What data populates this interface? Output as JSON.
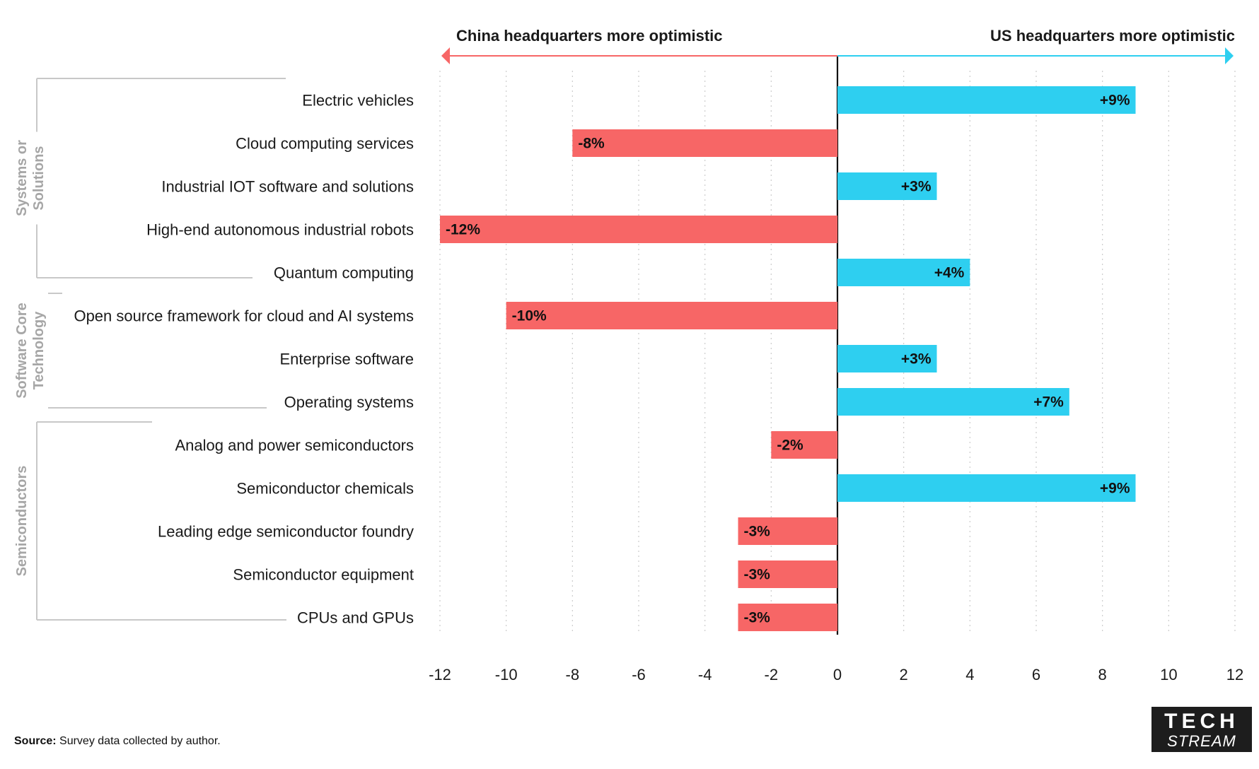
{
  "chart_data": {
    "type": "bar",
    "orientation": "horizontal",
    "categories": [
      "Electric vehicles",
      "Cloud computing services",
      "Industrial IOT software and solutions",
      "High-end autonomous industrial robots",
      "Quantum computing",
      "Open source framework for cloud and AI systems",
      "Enterprise software",
      "Operating systems",
      "Analog and power semiconductors",
      "Semiconductor chemicals",
      "Leading edge semiconductor foundry",
      "Semiconductor equipment",
      "CPUs and GPUs"
    ],
    "values": [
      9,
      -8,
      3,
      -12,
      4,
      -10,
      3,
      7,
      -2,
      9,
      -3,
      -3,
      -3
    ],
    "data_labels": [
      "+9%",
      "-8%",
      "+3%",
      "-12%",
      "+4%",
      "-10%",
      "+3%",
      "+7%",
      "-2%",
      "+9%",
      "-3%",
      "-3%",
      "-3%"
    ],
    "xlim": [
      -12,
      12
    ],
    "x_ticks": [
      -12,
      -10,
      -8,
      -6,
      -4,
      -2,
      0,
      2,
      4,
      6,
      8,
      10,
      12
    ],
    "tick_labels": [
      "-12",
      "-10",
      "-8",
      "-6",
      "-4",
      "-2",
      "0",
      "2",
      "4",
      "6",
      "8",
      "10",
      "12"
    ],
    "grid": "vertical dotted",
    "direction_labels": {
      "negative": "China headquarters more optimistic",
      "positive": "US headquarters more optimistic"
    },
    "groups": [
      {
        "name": "Systems or Solutions",
        "lines": [
          "Systems or",
          "Solutions"
        ],
        "start": 0,
        "end": 4
      },
      {
        "name": "Software Core Technology",
        "lines": [
          "Software Core",
          "Technology"
        ],
        "start": 5,
        "end": 7
      },
      {
        "name": "Semiconductors",
        "lines": [
          "Semiconductors"
        ],
        "start": 8,
        "end": 12
      }
    ],
    "colors": {
      "negative": "#f76666",
      "positive": "#2ecff0",
      "grid": "#cccccc",
      "bracket": "#c8c8c8",
      "group_text": "#a6a6a6"
    }
  },
  "source": {
    "label": "Source:",
    "text": " Survey data collected by author."
  },
  "logo": {
    "line1": "TECH",
    "line2": "STREAM"
  }
}
